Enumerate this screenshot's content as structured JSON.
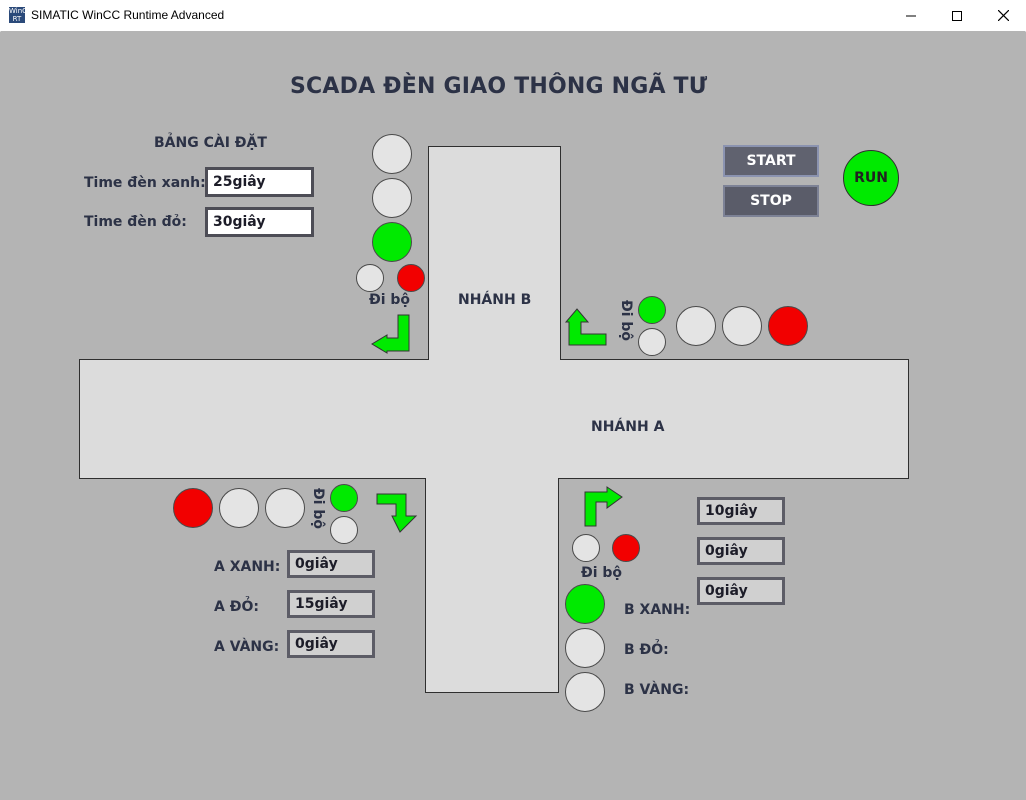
{
  "window": {
    "app_icon_text": "WinCC RT",
    "title": "SIMATIC WinCC Runtime Advanced",
    "controls": {
      "minimize": "—",
      "maximize": "☐",
      "close": "✕"
    }
  },
  "header": {
    "title": "SCADA ĐÈN GIAO THÔNG NGÃ TƯ"
  },
  "settings": {
    "heading": "BẢNG CÀI ĐẶT",
    "green_time_label": "Time đèn xanh:",
    "green_time_value": "25giây",
    "red_time_label": "Time đèn đỏ:",
    "red_time_value": "30giây"
  },
  "controls": {
    "start_label": "START",
    "stop_label": "STOP",
    "run_label": "RUN"
  },
  "roads": {
    "branch_b_label": "NHÁNH B",
    "branch_a_label": "NHÁNH A"
  },
  "pedestrian": {
    "label": "Đi bộ"
  },
  "branch_a_timers": {
    "green_label": "A XANH:",
    "green_value": "0giây",
    "red_label": "A ĐỎ:",
    "red_value": "15giây",
    "yellow_label": "A VÀNG:",
    "yellow_value": "0giây"
  },
  "branch_b_timers": {
    "green_label": "B XANH:",
    "green_value": "10giây",
    "red_label": "B ĐỎ:",
    "red_value": "0giây",
    "yellow_label": "B VÀNG:",
    "yellow_value": "0giây"
  },
  "colors": {
    "lamp_green": "#00ea00",
    "lamp_red": "#f20000",
    "lamp_off": "#e4e4e4",
    "arrow_green": "#00ea00",
    "background": "#b4b4b4"
  }
}
